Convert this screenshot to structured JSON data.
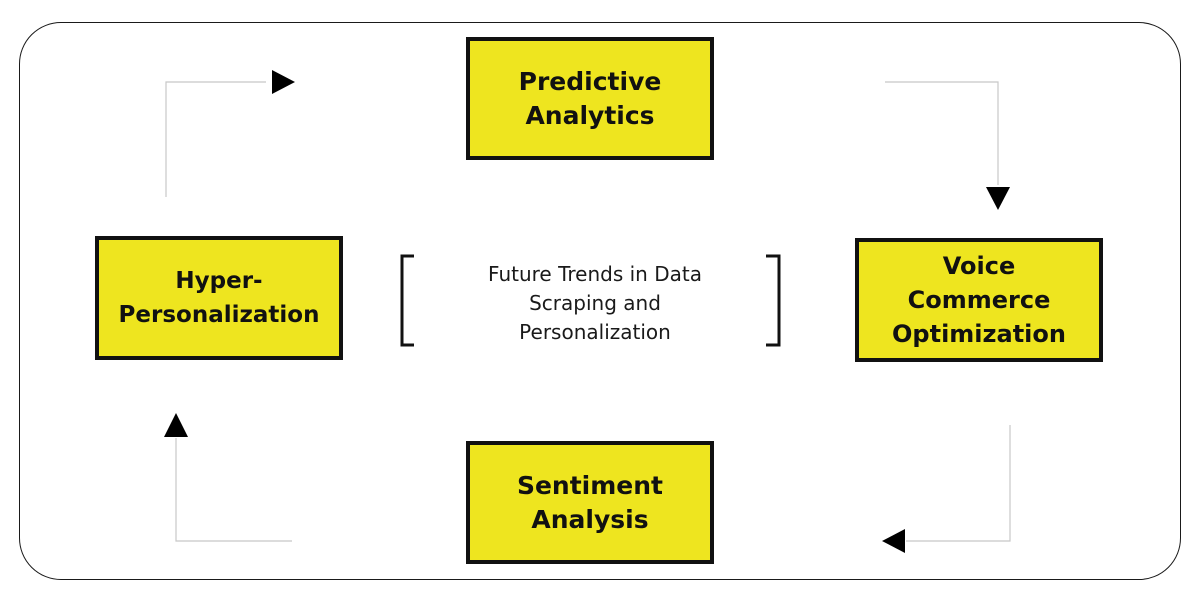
{
  "diagram": {
    "center": {
      "lines": [
        "Future Trends in Data",
        "Scraping and",
        "Personalization"
      ]
    },
    "nodes": {
      "predictive": {
        "lines": [
          "Predictive",
          "Analytics"
        ]
      },
      "voice": {
        "lines": [
          "Voice",
          "Commerce",
          "Optimization"
        ]
      },
      "sentiment": {
        "lines": [
          "Sentiment",
          "Analysis"
        ]
      },
      "hyper": {
        "lines": [
          "Hyper-",
          "Personalization"
        ]
      }
    },
    "colors": {
      "node_fill": "#eee51f",
      "node_border": "#111111",
      "connector": "#c8c8c8",
      "arrowhead": "#000000"
    },
    "icons": {
      "arrow-right": "arrow-right-icon",
      "arrow-down": "arrow-down-icon",
      "arrow-left": "arrow-left-icon",
      "arrow-up": "arrow-up-icon"
    }
  }
}
